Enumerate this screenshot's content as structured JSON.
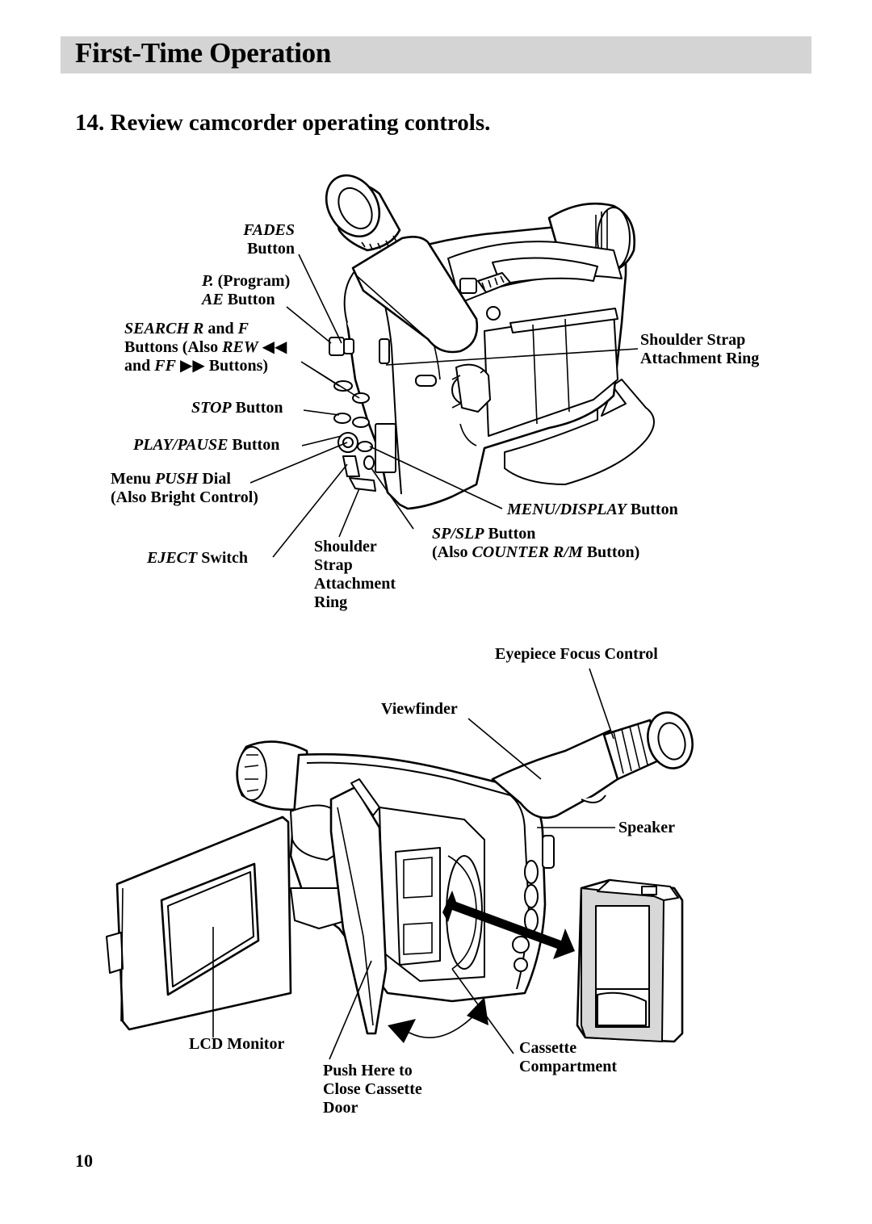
{
  "header": {
    "section_title": "First-Time Operation"
  },
  "step": {
    "heading": "14.  Review camcorder operating controls."
  },
  "diagram1": {
    "fades": {
      "l1": "FADES",
      "l2": "Button"
    },
    "program_ae": {
      "l1a": "P.",
      "l1b": " (Program)",
      "l2a": "AE",
      "l2b": " Button"
    },
    "search": {
      "l1a": "SEARCH R",
      "l1b": " and ",
      "l1c": "F",
      "l2a": "Buttons (Also ",
      "l2b": "REW",
      "l2c": " ◀◀",
      "l3a": "and  ",
      "l3b": "FF",
      "l3c": " ▶▶ Buttons)"
    },
    "stop": {
      "a": "STOP",
      "b": " Button"
    },
    "play_pause": {
      "a": "PLAY/PAUSE",
      "b": " Button"
    },
    "menu_push": {
      "l1a": "Menu ",
      "l1b": "PUSH",
      "l1c": " Dial",
      "l2": "(Also Bright Control)"
    },
    "eject": {
      "a": "EJECT",
      "b": " Switch"
    },
    "shoulder_bottom": {
      "l1": "Shoulder",
      "l2": "Strap",
      "l3": "Attachment",
      "l4": "Ring"
    },
    "sp_slp": {
      "l1a": "SP/SLP",
      "l1b": " Button",
      "l2a": "(Also ",
      "l2b": "COUNTER R/M",
      "l2c": " Button)"
    },
    "menu_display": {
      "a": "MENU/DISPLAY",
      "b": " Button"
    },
    "shoulder_right": {
      "l1": "Shoulder Strap",
      "l2": "Attachment Ring"
    }
  },
  "diagram2": {
    "eyepiece": "Eyepiece Focus Control",
    "viewfinder": "Viewfinder",
    "speaker": "Speaker",
    "lcd": "LCD Monitor",
    "push_here": {
      "l1": "Push Here to",
      "l2": "Close Cassette",
      "l3": "Door"
    },
    "cassette": {
      "l1": "Cassette",
      "l2": "Compartment"
    }
  },
  "footer": {
    "page_number": "10"
  }
}
